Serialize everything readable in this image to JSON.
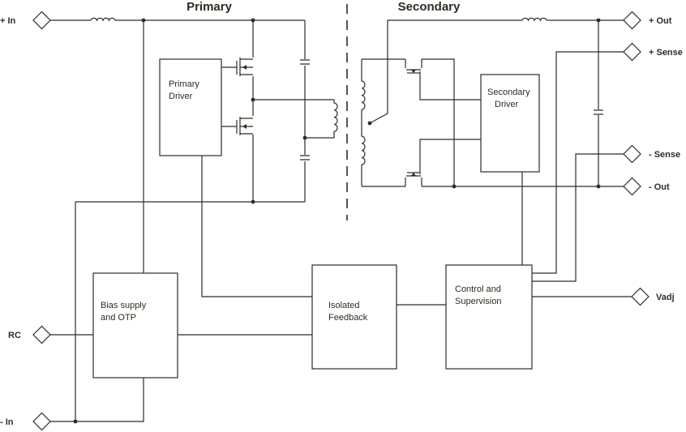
{
  "titles": {
    "primary": "Primary",
    "secondary": "Secondary"
  },
  "terminals": {
    "plus_in": "+ In",
    "minus_in": "- In",
    "rc": "RC",
    "plus_out": "+ Out",
    "plus_sense": "+ Sense",
    "minus_sense": "- Sense",
    "minus_out": "- Out",
    "vadj": "Vadj"
  },
  "blocks": {
    "primary_driver": [
      "Primary",
      "Driver"
    ],
    "secondary_driver": [
      "Secondary",
      "Driver"
    ],
    "bias_supply": [
      "Bias supply",
      "and OTP"
    ],
    "isolated_feedback": [
      "Isolated",
      "Feedback"
    ],
    "control_supervision": [
      "Control and",
      "Supervision"
    ]
  }
}
